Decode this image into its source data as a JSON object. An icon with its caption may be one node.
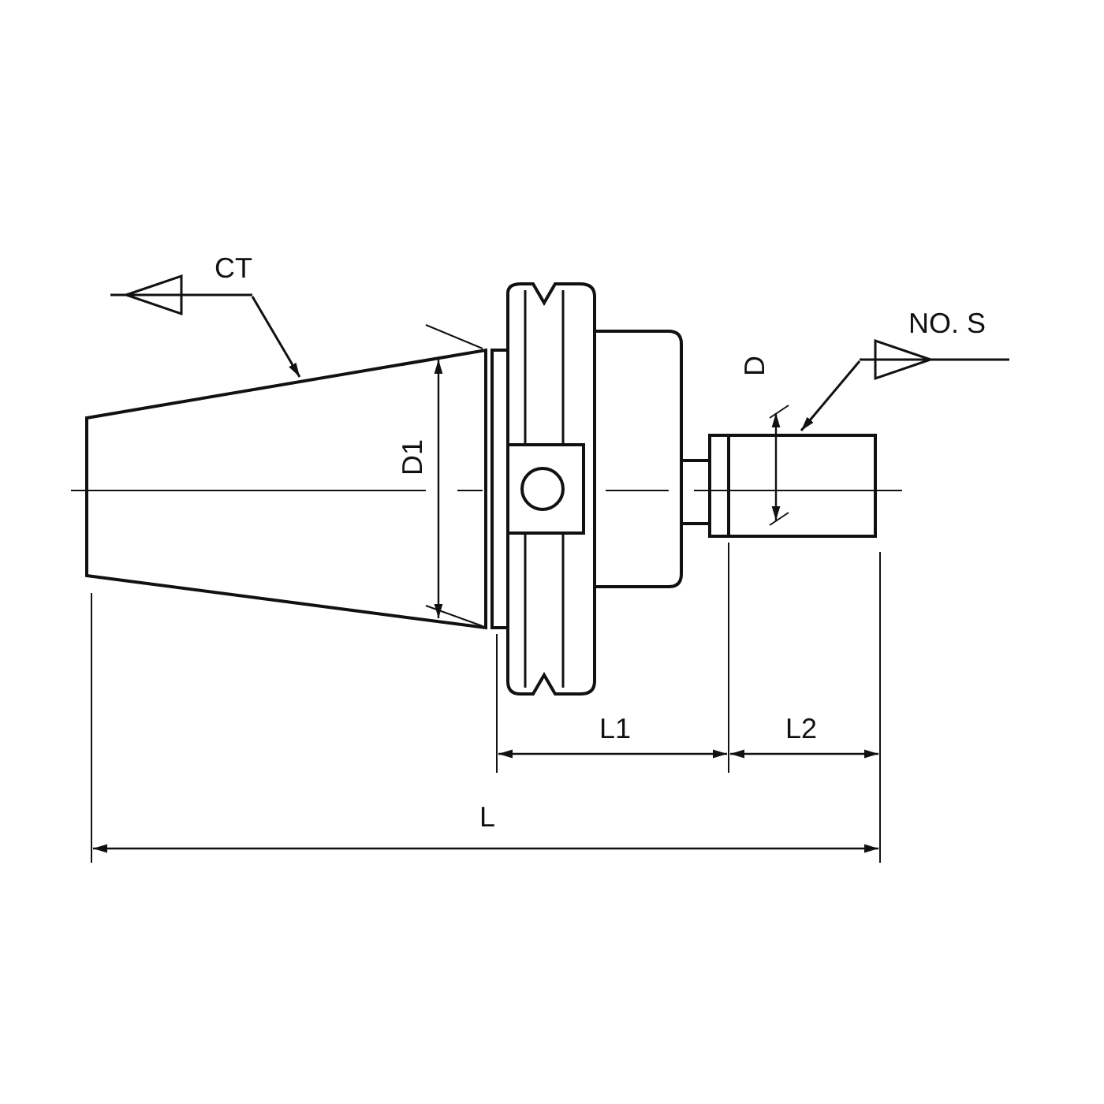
{
  "diagram": {
    "nodes": [
      {
        "text": [
          "CT"
        ]
      },
      {
        "text": [],
        "shape": "picture"
      },
      {
        "text": [
          "NO. S"
        ]
      },
      {
        "text": [],
        "shape": "picture"
      }
    ],
    "edges": [
      {
        "from": 0,
        "to": 1,
        "arrow": "to"
      },
      {
        "from": 2,
        "to": 3,
        "arrow": "to"
      }
    ],
    "labels": [
      "D1",
      "D",
      "L1",
      "L2",
      "L"
    ]
  }
}
